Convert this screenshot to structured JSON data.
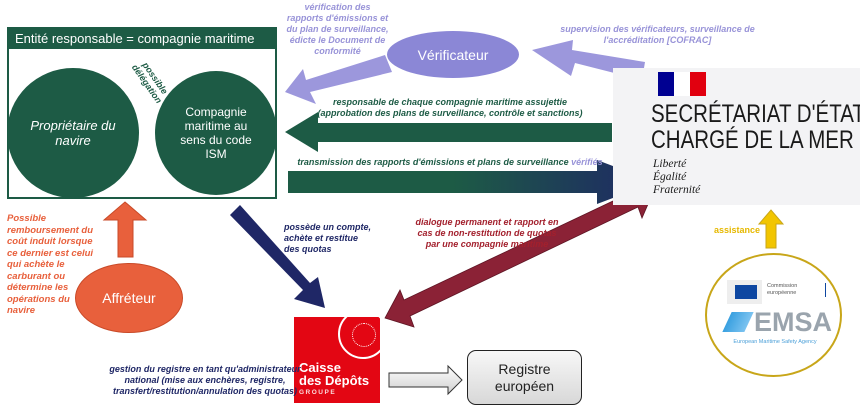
{
  "entity": {
    "title": "Entité responsable = compagnie maritime",
    "owner": "Propriétaire du navire",
    "company": "Compagnie maritime au sens du code ISM",
    "delegation": "possible délégation"
  },
  "verifier": {
    "label": "Vérificateur",
    "to_entity_text": "vérification des rapports d'émissions et du plan de surveillance, édicte le Document de conformité",
    "from_state_text": "supervision des vérificateurs, surveillance de l'accréditation [COFRAC]"
  },
  "state": {
    "line1": "SECRÉTARIAT D'ÉTAT",
    "line2": "CHARGÉ DE LA MER",
    "motto": [
      "Liberté",
      "Égalité",
      "Fraternité"
    ],
    "to_entity_text_line1": "responsable de chaque compagnie maritime assujettie",
    "to_entity_text_line2": "(approbation des plans de surveillance, contrôle et sanctions)",
    "from_entity_text": "transmission des rapports d'émissions et plans de surveillance",
    "from_entity_highlight": "vérifiés"
  },
  "charterer": {
    "label": "Affréteur",
    "text": "Possible remboursement du coût induit lorsque ce dernier est celui qui achète le carburant ou détermine les opérations du navire"
  },
  "account_text": "possède un compte, achète et restitue des quotas",
  "dialogue_text": "dialogue permanent et rapport en cas de non-restitution de quotas par une compagnie maritime",
  "cdc": {
    "line1": "Caisse",
    "line2": "des Dépôts",
    "line3": "GROUPE",
    "text": "gestion du registre en tant qu'administrateur national (mise aux enchères, registre, transfert/restitution/annulation des quotas)"
  },
  "registry": {
    "label": "Registre européen"
  },
  "emsa": {
    "assistance": "assistance",
    "commission": "Commission européenne",
    "logo": "EMSA",
    "agency": "European Maritime Safety Agency"
  },
  "colors": {
    "green": "#1d5b45",
    "purple": "#8b87d6",
    "navy": "#1f2766",
    "orange": "#e8603c",
    "maroon": "#8b2236",
    "red": "#e30613",
    "yellow": "#f2c500"
  }
}
